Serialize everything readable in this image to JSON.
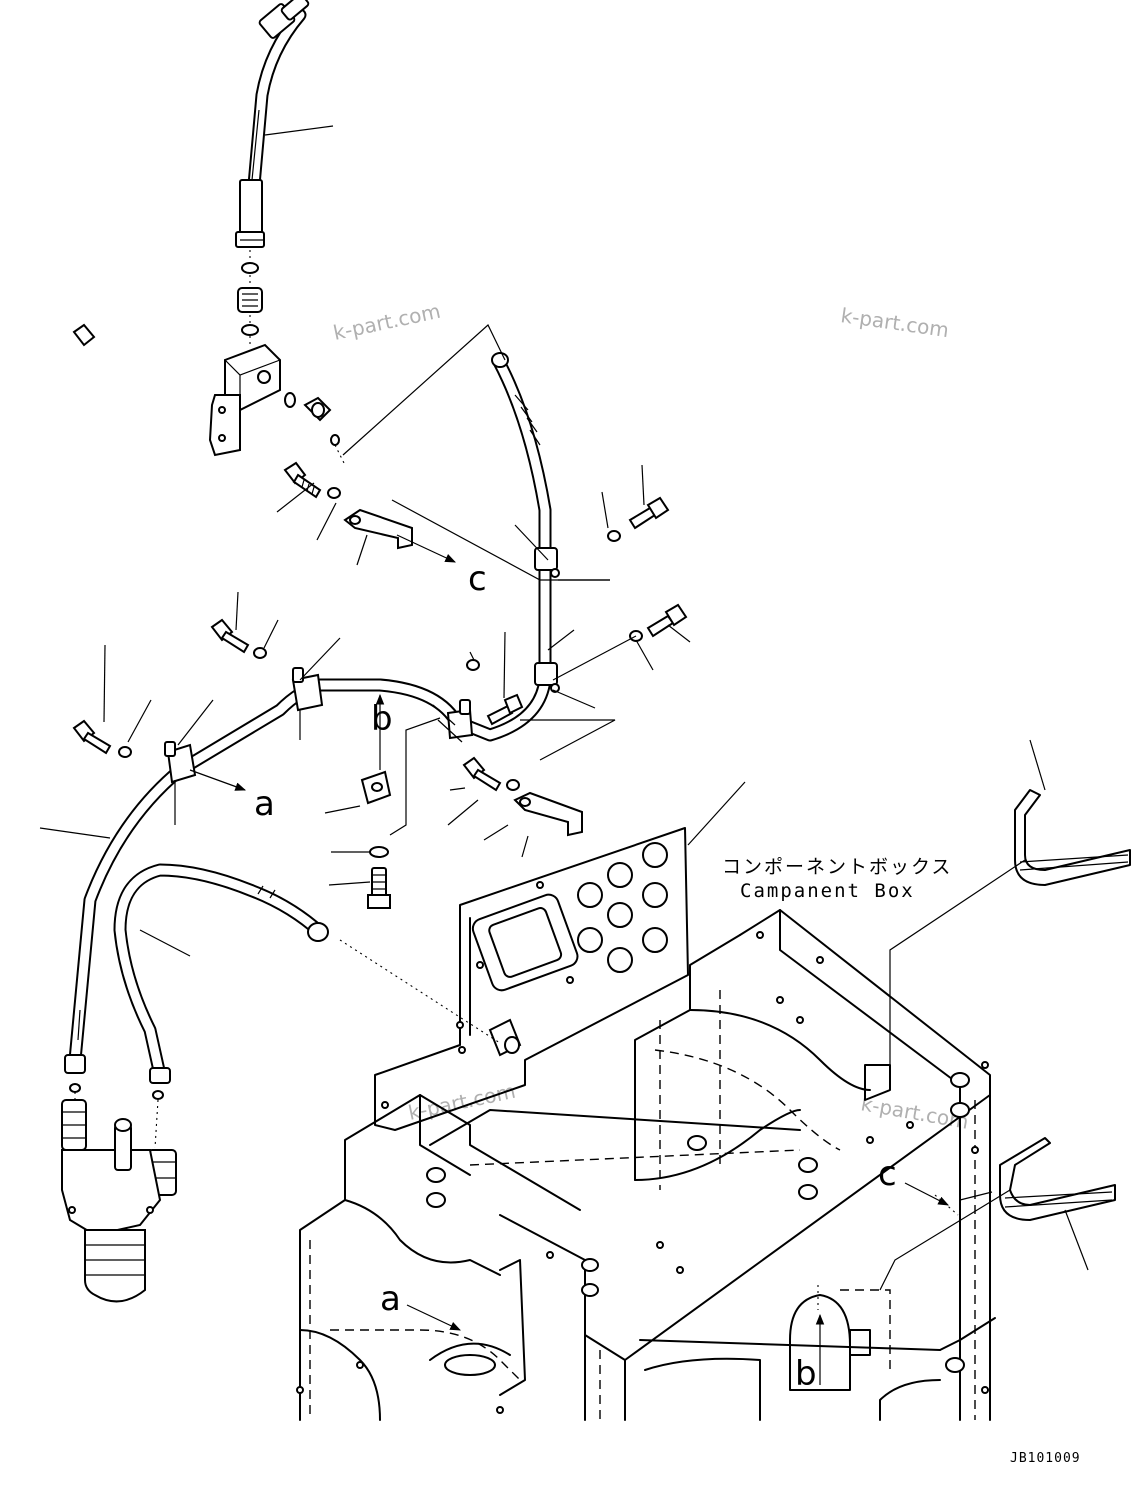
{
  "labels": {
    "component_box_jp": "コンポーネントボックス",
    "component_box_en": "Campanent Box",
    "drawing_code": "JB101009"
  },
  "view_refs": {
    "a": "a",
    "b": "b",
    "c": "c"
  },
  "watermark": {
    "text": "k-part.com"
  }
}
